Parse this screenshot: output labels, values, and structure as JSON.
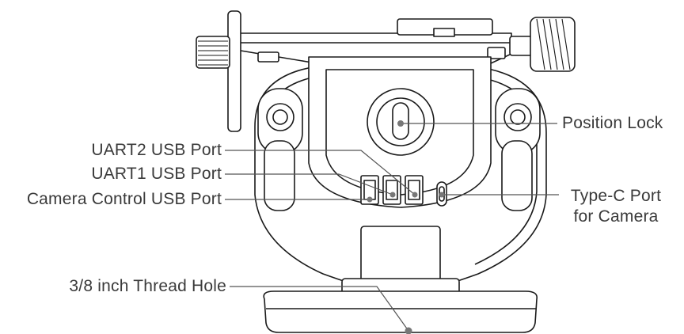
{
  "labels": {
    "position_lock": "Position Lock",
    "uart2_usb_port": "UART2  USB Port",
    "uart1_usb_port": "UART1  USB Port",
    "camera_control_usb_port": "Camera Control USB Port",
    "type_c_line1": "Type-C Port",
    "type_c_line2": "for Camera",
    "thread_hole": "3/8 inch Thread Hole"
  },
  "colors": {
    "outline": "#1a1a1a",
    "leader": "#555555",
    "label_text": "#3a3a3a",
    "marker": "#777777"
  }
}
